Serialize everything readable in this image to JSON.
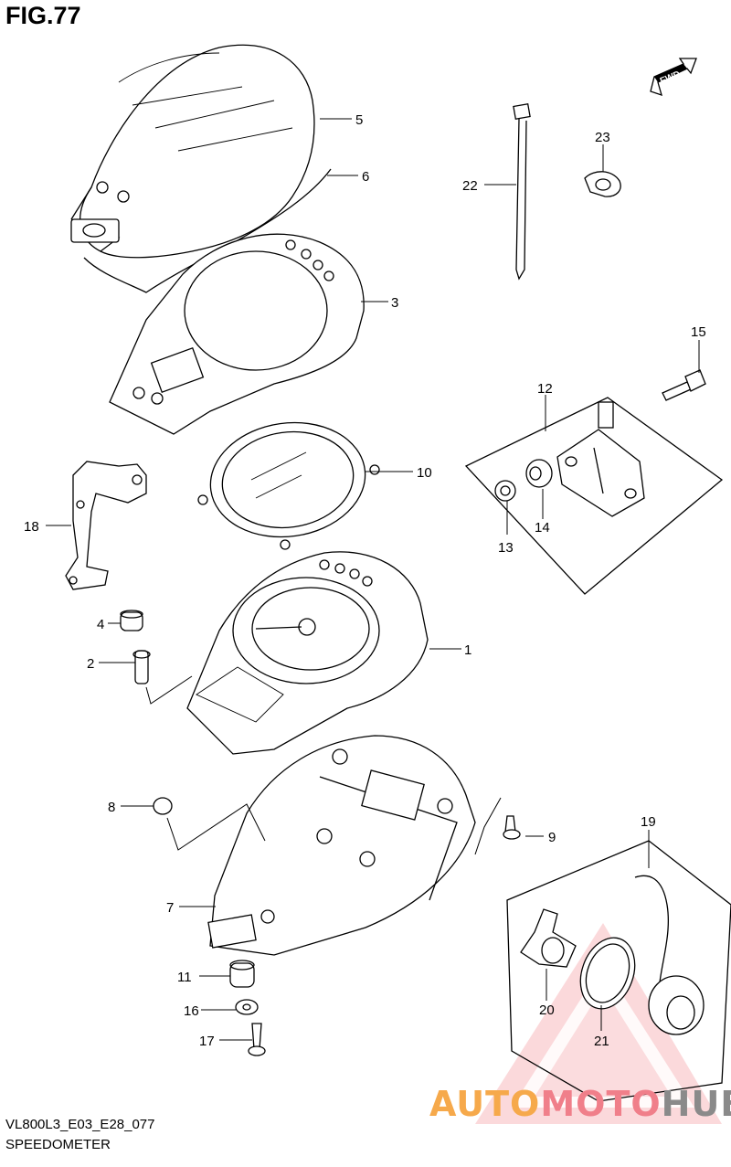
{
  "figure": {
    "title": "FIG.77",
    "code": "VL800L3_E03_E28_077",
    "caption": "SPEEDOMETER",
    "fwd_label": "FWD"
  },
  "callouts": {
    "p1": "1",
    "p2": "2",
    "p3": "3",
    "p4": "4",
    "p5": "5",
    "p6": "6",
    "p7": "7",
    "p8": "8",
    "p9": "9",
    "p10": "10",
    "p11": "11",
    "p12": "12",
    "p13": "13",
    "p14": "14",
    "p15": "15",
    "p16": "16",
    "p17": "17",
    "p18": "18",
    "p19": "19",
    "p20": "20",
    "p21": "21",
    "p22": "22",
    "p23": "23"
  },
  "watermark": {
    "part1": "AUTO",
    "part2": "MOTO",
    "part3": "HUB",
    "colors": {
      "orange": "#f6a94b",
      "red": "#f07f8a",
      "gray": "#8a8a8a"
    }
  }
}
